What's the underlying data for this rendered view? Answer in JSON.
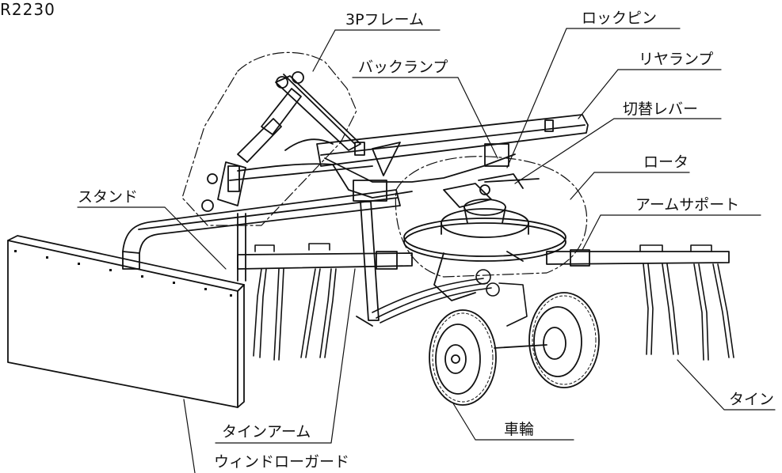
{
  "diagram": {
    "model": "R2230",
    "labels": {
      "frame_3p": "3Pフレーム",
      "lock_pin": "ロックピン",
      "back_lamp": "バックランプ",
      "rear_lamp": "リヤランプ",
      "switch_lever": "切替レバー",
      "rotor": "ロータ",
      "stand": "スタンド",
      "arm_support": "アームサポート",
      "tine_arm": "タインアーム",
      "tine": "タイン",
      "wheel": "車輪",
      "windrow_guard": "ウィンドローガード"
    }
  },
  "colors": {
    "line": "#111111",
    "background": "#ffffff"
  }
}
